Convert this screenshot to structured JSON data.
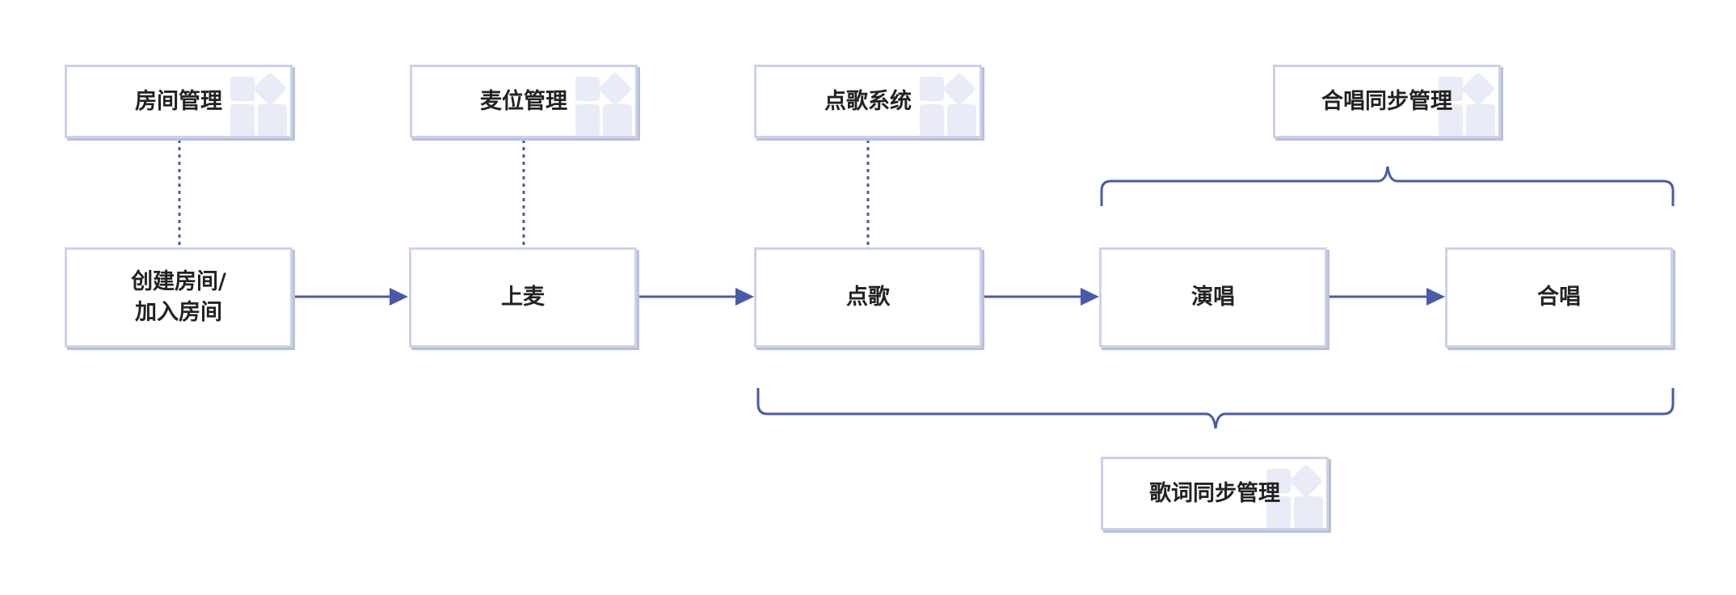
{
  "modules": {
    "room": "房间管理",
    "mic": "麦位管理",
    "song": "点歌系统",
    "chorus_sync": "合唱同步管理",
    "lyrics_sync": "歌词同步管理"
  },
  "steps": {
    "create_join": "创建房间/\n加入房间",
    "go_on_mic": "上麦",
    "order_song": "点歌",
    "sing": "演唱",
    "chorus": "合唱"
  },
  "colors": {
    "accent": "#4a5aa8",
    "box_border": "#ccd2e8",
    "box_shadow": "#b9c0db",
    "deco_fill": "#e9ecf6"
  }
}
